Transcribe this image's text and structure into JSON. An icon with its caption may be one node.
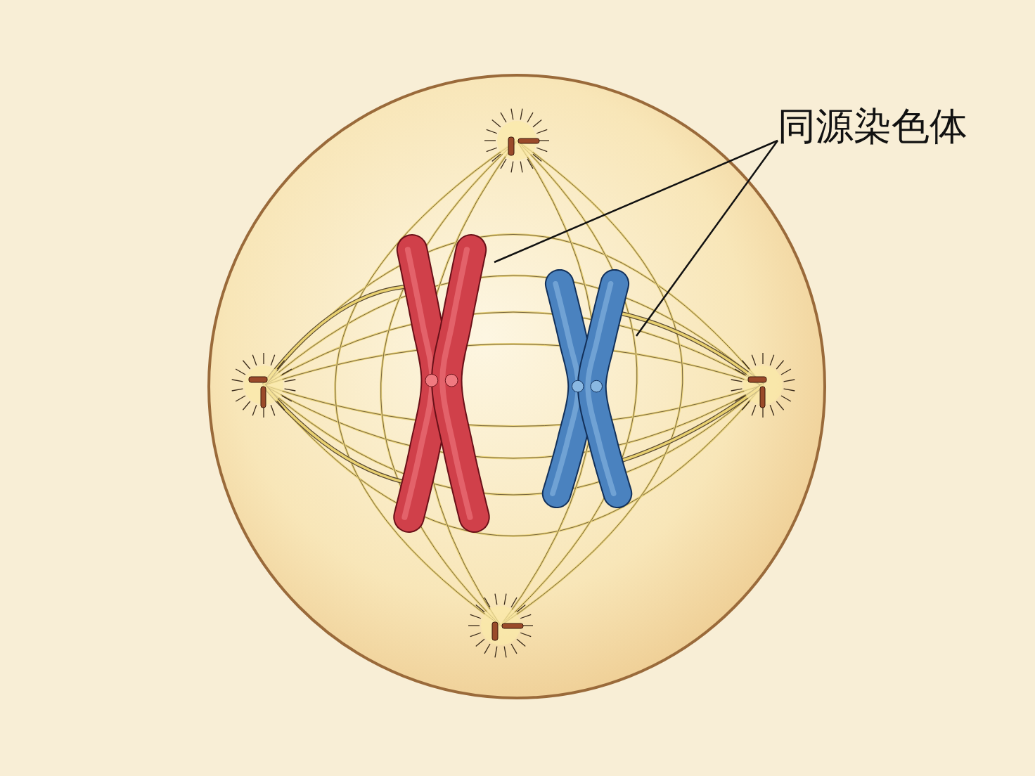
{
  "diagram": {
    "nodes": [
      {
        "text": [
          "同源染色体"
        ]
      },
      {
        "text": [],
        "shape": "picture"
      },
      {
        "text": [],
        "shape": "picture"
      }
    ],
    "edges": [
      {
        "from": 0,
        "to": 1,
        "arrow": "none"
      },
      {
        "from": 0,
        "to": 2,
        "arrow": "none"
      }
    ]
  }
}
